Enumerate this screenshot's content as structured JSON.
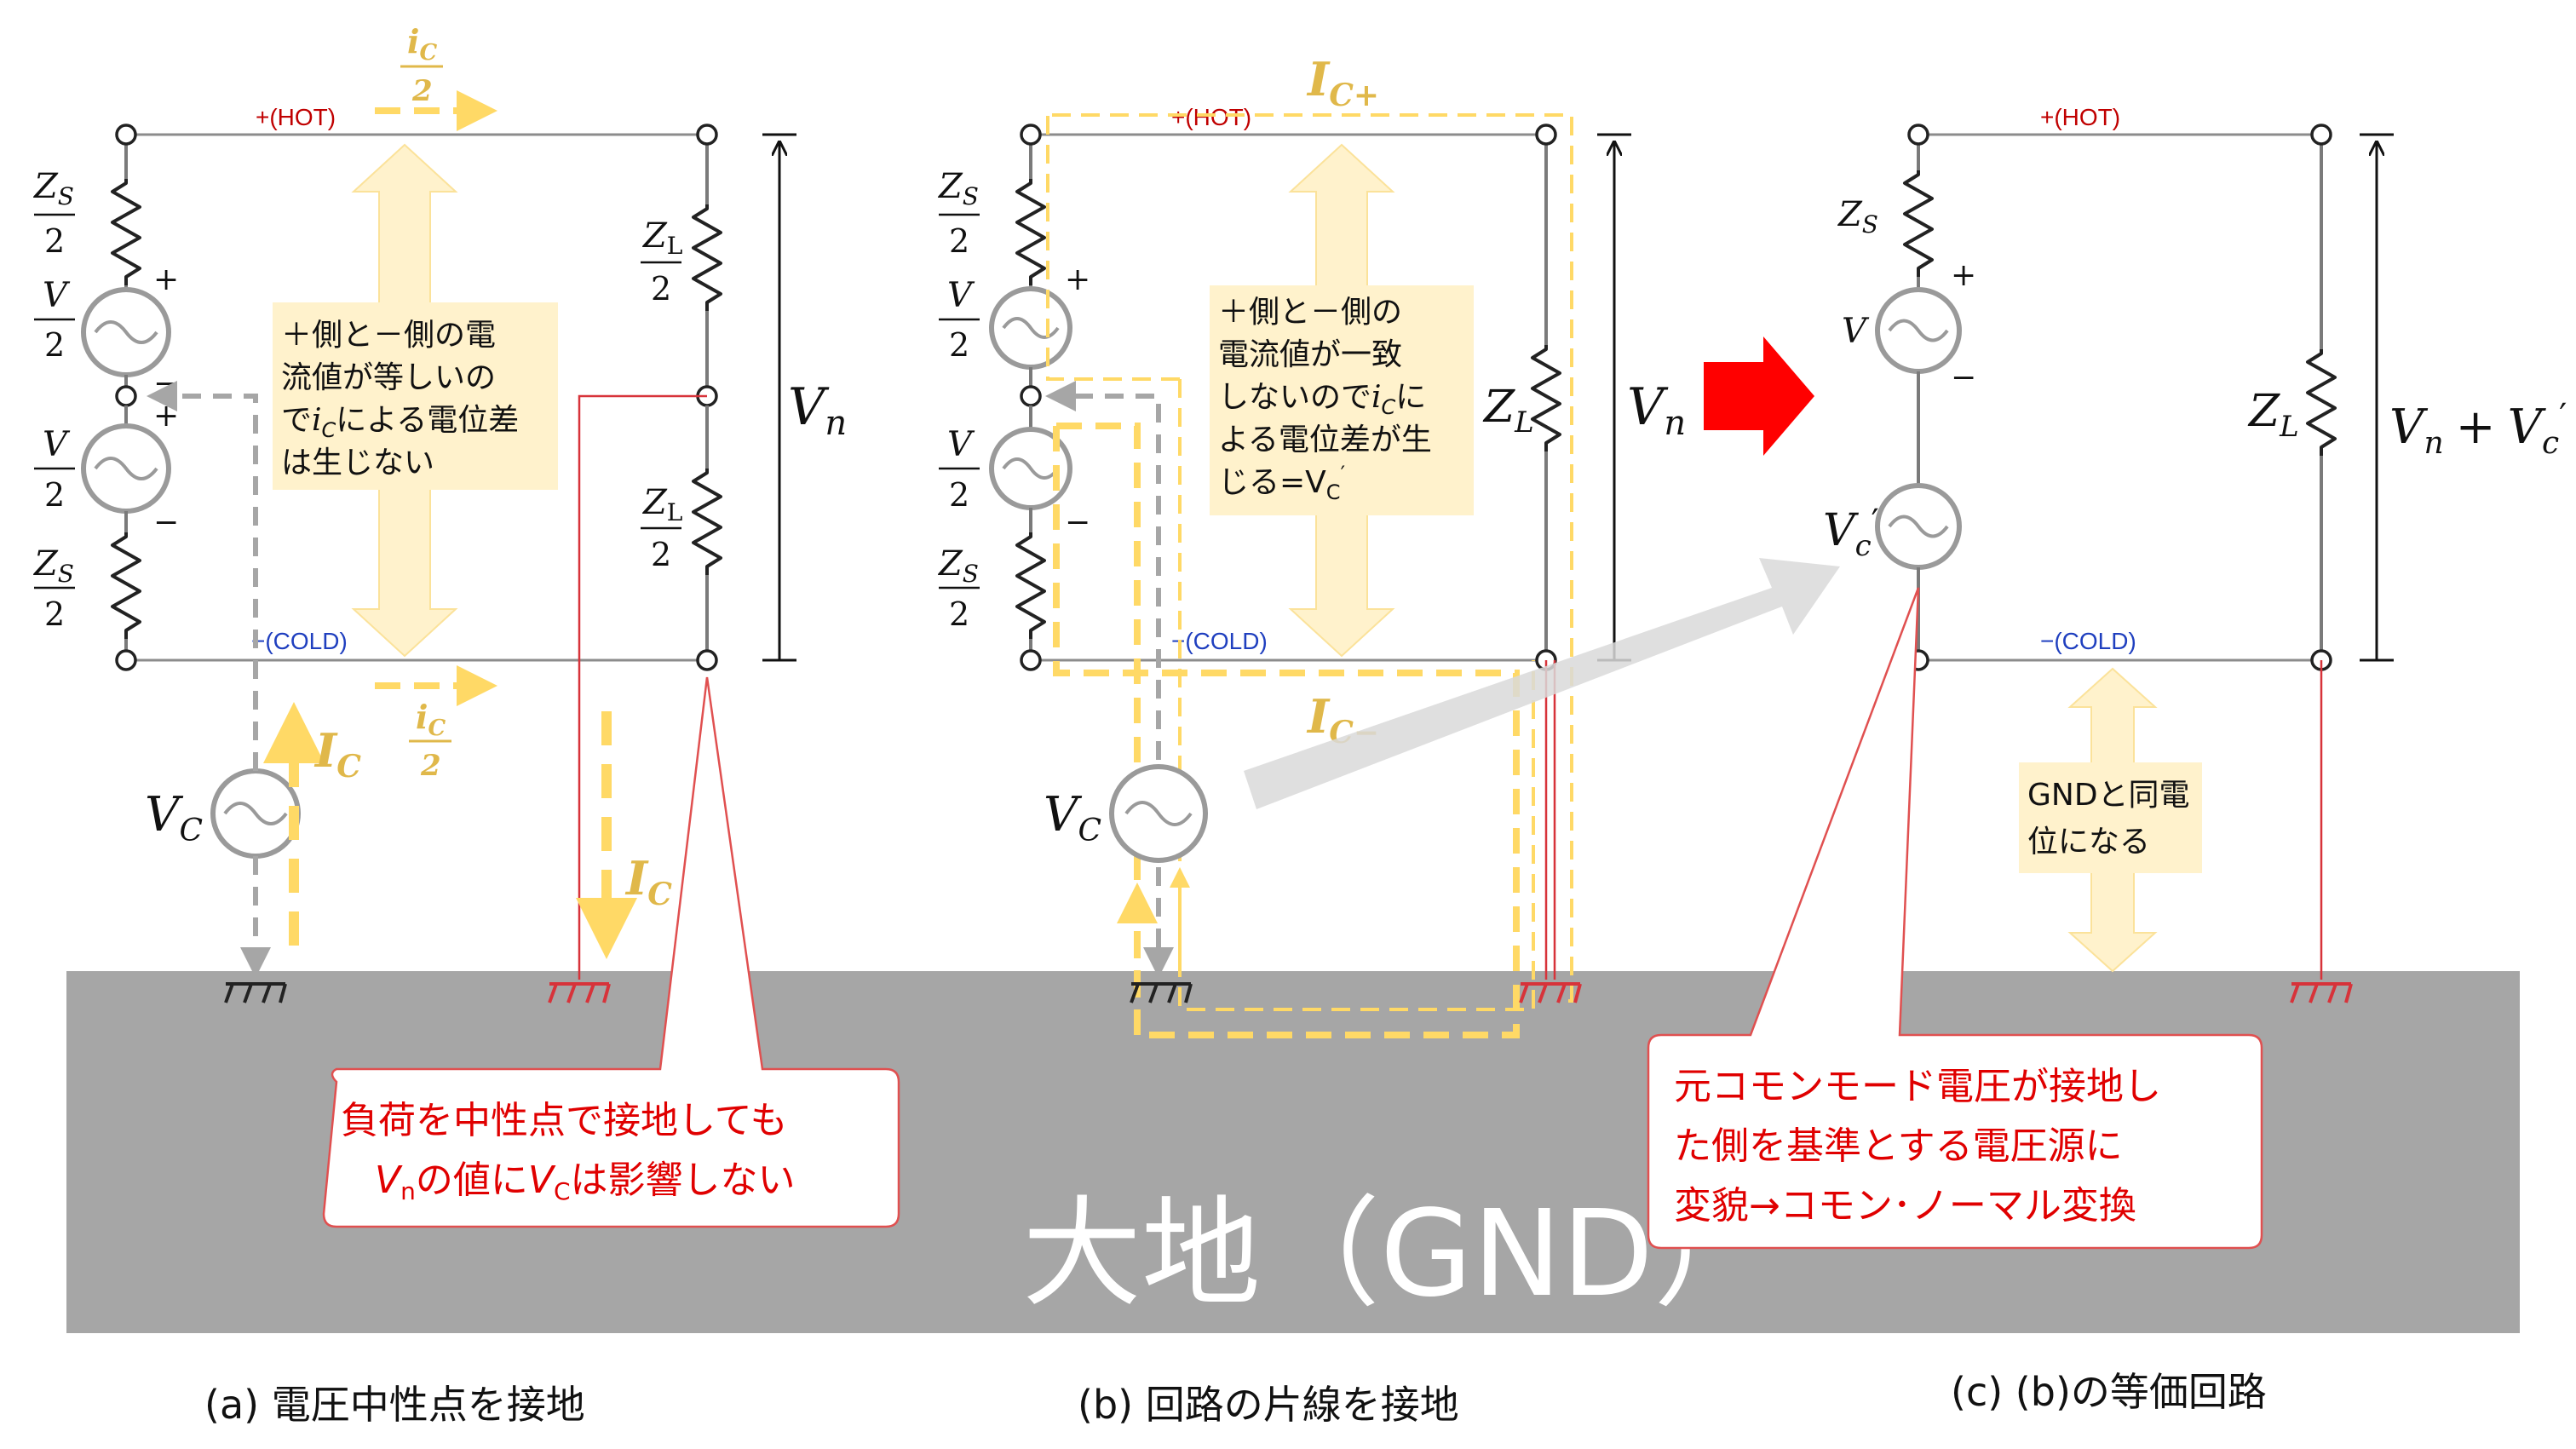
{
  "labels": {
    "hot": "+(HOT)",
    "cold": "−(COLD)",
    "zs": "Z",
    "zs_sub": "S",
    "zl": "Z",
    "zl_sub": "L",
    "two": "2",
    "v": "V",
    "vn": "V",
    "vn_sub": "n",
    "vc": "V",
    "vc_sub": "C",
    "ic": "I",
    "ic_sub": "C",
    "ic_small": "i",
    "ic_plus_sub": "C+",
    "ic_minus_sub": "C−",
    "plus": "+",
    "minus": "−",
    "vc_prime": "V",
    "vc_prime_sub": "c",
    "prime": "′",
    "vn_plus_vc": "+",
    "zl_c": "Z",
    "zs_c": "Z"
  },
  "notes": {
    "a_line1": "＋側と－側の電",
    "a_line2": "流値が等しいの",
    "a_line3_pre": "で",
    "a_line3_post": "による電位差",
    "a_line4": "は生じない",
    "b_line1": "＋側と－側の",
    "b_line2": "電流値が一致",
    "b_line3_pre": "しないので",
    "b_line3_post": "に",
    "b_line4": "よる電位差が生",
    "b_line5": "じる=V",
    "b_line5_sub": "C",
    "b_line5_prime": "′",
    "c_line1": "GNDと同電",
    "c_line2": "位になる"
  },
  "callouts": {
    "a_line1": "負荷を中性点で接地しても",
    "a_line2_v": "V",
    "a_line2_vsub": "n",
    "a_line2_mid": "の値に",
    "a_line2_vc": "V",
    "a_line2_vcsub": "C",
    "a_line2_end": "は影響しない",
    "c_line1": "元コモンモード電圧が接地し",
    "c_line2": "た側を基準とする電圧源に",
    "c_line3": "変貌→コモン･ノーマル変換"
  },
  "ground_label": "大地（GND）",
  "captions": {
    "a": "(a) 電圧中性点を接地",
    "b": "(b) 回路の片線を接地",
    "c": "(c) (b)の等価回路"
  },
  "colors": {
    "ground": "#a6a6a6",
    "current_yellow": "#ffd966",
    "note_bg": "#fff2cc",
    "red_accent": "#ff0000",
    "hot_label": "#c00000",
    "cold_label": "#1f3fbf",
    "return_gray": "#a6a6a6"
  },
  "icons": [
    "ac-source-icon",
    "resistor-icon",
    "ground-icon",
    "right-arrow-icon",
    "double-arrow-icon"
  ]
}
